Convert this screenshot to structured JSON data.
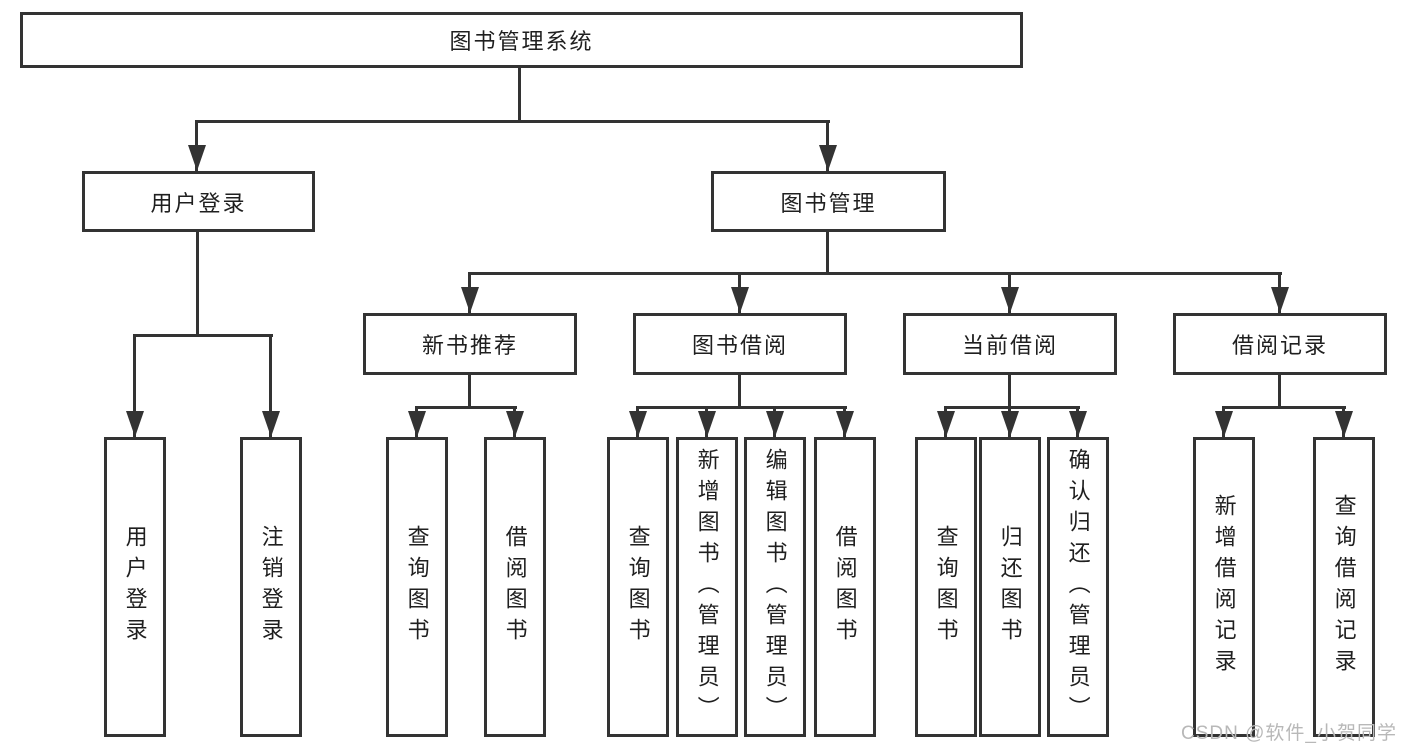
{
  "diagram": {
    "root": "图书管理系统",
    "branches": {
      "user_login": {
        "label": "用户登录",
        "children": [
          "用户登录",
          "注销登录"
        ]
      },
      "book_mgmt": {
        "label": "图书管理",
        "sections": {
          "new_books": {
            "label": "新书推荐",
            "children": [
              "查询图书",
              "借阅图书"
            ]
          },
          "borrowing": {
            "label": "图书借阅",
            "children": [
              "查询图书",
              "新增图书（管理员）",
              "编辑图书（管理员）",
              "借阅图书"
            ]
          },
          "current": {
            "label": "当前借阅",
            "children": [
              "查询图书",
              "归还图书",
              "确认归还（管理员）"
            ]
          },
          "records": {
            "label": "借阅记录",
            "children": [
              "新增借阅记录",
              "查询借阅记录"
            ]
          }
        }
      }
    },
    "watermark": "CSDN @软件_小贺同学"
  },
  "colors": {
    "line": "#333333",
    "text": "#1f1f1f",
    "watermark": "#b8b8b8",
    "background": "#ffffff"
  }
}
